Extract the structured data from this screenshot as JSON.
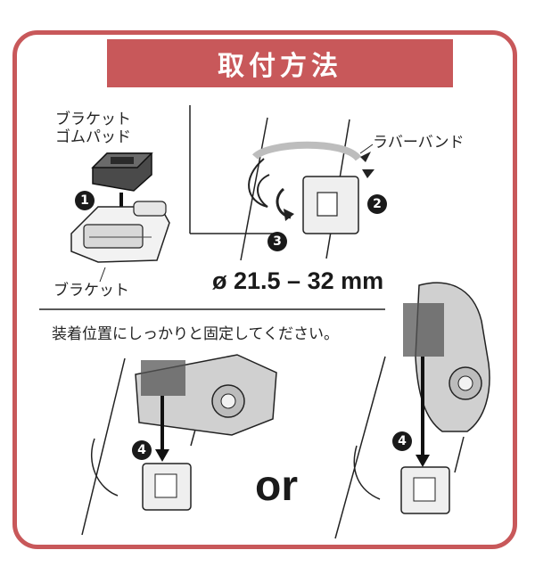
{
  "title": "取付方法",
  "labels": {
    "bracket_rubber_pad": [
      "ブラケット",
      "ゴムパッド"
    ],
    "bracket": "ブラケット",
    "rubber_band": "ラバーバンド"
  },
  "size_text": "ø 21.5 – 32 mm",
  "instruction": "装着位置にしっかりと固定してください。",
  "or_text": "or",
  "steps": [
    "1",
    "2",
    "3",
    "4",
    "4"
  ],
  "colors": {
    "accent": "#c8585a",
    "ink": "#1a1a1a",
    "gray": "#8c8c8c"
  }
}
